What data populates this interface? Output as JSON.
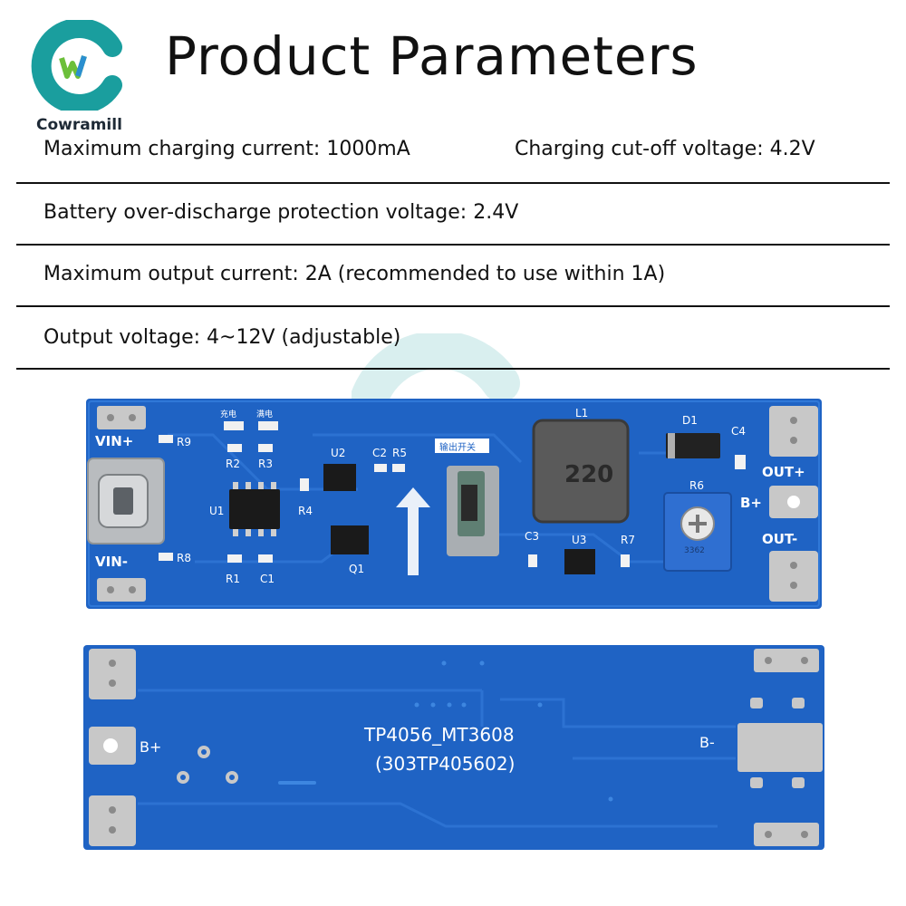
{
  "brand": {
    "name": "Cowramill",
    "logo_letters": "W",
    "colors": {
      "ring": "#1a9e9e",
      "w_green": "#6cbf3a",
      "w_blue": "#2a8fd0"
    }
  },
  "header": {
    "title": "Product Parameters"
  },
  "specs": {
    "max_charging_current": "Maximum charging current: 1000mA",
    "cutoff_voltage": "Charging cut-off voltage: 4.2V",
    "over_discharge": "Battery over-discharge protection voltage: 2.4V",
    "max_output_current": "Maximum output current: 2A (recommended to use within 1A)",
    "output_voltage": "Output voltage: 4~12V (adjustable)"
  },
  "board_top": {
    "labels": {
      "vin_plus": "VIN+",
      "vin_minus": "VIN-",
      "r9": "R9",
      "r8": "R8",
      "r2": "R2",
      "r3": "R3",
      "u1": "U1",
      "r1": "R1",
      "c1": "C1",
      "u2": "U2",
      "r4": "R4",
      "q1": "Q1",
      "c2": "C2",
      "r5": "R5",
      "switch_cn": "输出开关",
      "led_charge": "充电",
      "led_full": "满电",
      "l1": "L1",
      "inductor_code": "220",
      "d1": "D1",
      "c4": "C4",
      "r6": "R6",
      "pot_code": "3362",
      "c3": "C3",
      "u3": "U3",
      "r7": "R7",
      "out_plus": "OUT+",
      "b_plus": "B+",
      "out_minus": "OUT-"
    },
    "colors": {
      "pcb": "#1f63c4",
      "pad": "#c8c8c8",
      "silk": "#ffffff"
    }
  },
  "board_bottom": {
    "labels": {
      "b_plus": "B+",
      "b_minus": "B-",
      "model": "TP4056_MT3608",
      "part_no": "(303TP405602)"
    }
  }
}
